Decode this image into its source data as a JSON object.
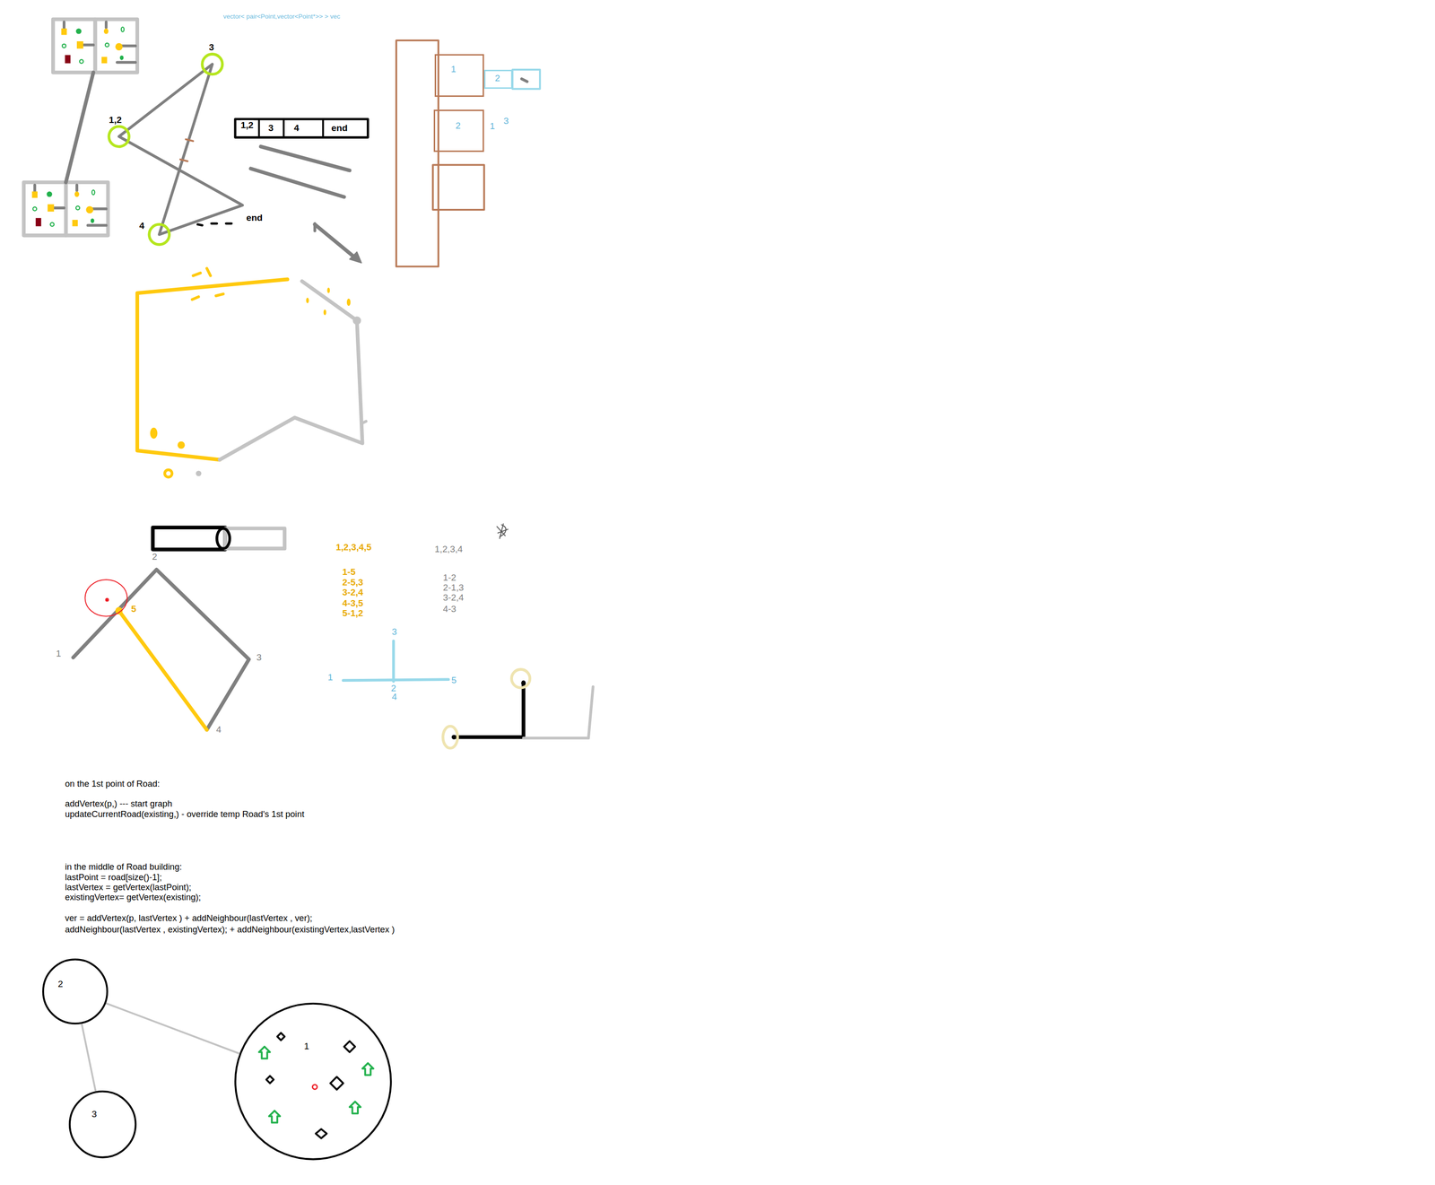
{
  "diagram": {
    "nodes": [
      {
        "text": [
          "1"
        ]
      },
      {
        "text": [
          "2"
        ]
      },
      {
        "text": [
          "2"
        ]
      },
      {
        "text": [
          "2"
        ]
      },
      {
        "text": [
          "1"
        ]
      },
      {
        "text": [
          "3"
        ]
      }
    ],
    "edges": [
      {
        "from": 3,
        "to": 4,
        "arrow": "none"
      },
      {
        "from": 3,
        "to": 5,
        "arrow": "none"
      }
    ],
    "labels": [
      "vector< pair<Point,vector<Point*>> > vec",
      "3",
      "1,2",
      "4",
      "end",
      "1,2",
      "3",
      "4",
      "end",
      "1",
      "3",
      "1,2,3,4,5",
      "1-5",
      "2-5,3",
      "3-2,4",
      "4-3,5",
      "5-1,2",
      "1,2,3,4",
      "1-2",
      "2-1,3",
      "3-2,4",
      "4-3",
      "2",
      "5",
      "1",
      "3",
      "4",
      "3",
      "1",
      "2",
      "4",
      "5",
      "on the 1st point of Road:",
      "addVertex(p,) --- start graph",
      "updateCurrentRoad(existing,) - override temp Road's 1st point",
      "in the middle of Road building:",
      "lastPoint = road[size()-1];",
      "lastVertex = getVertex(lastPoint);",
      "existingVertex= getVertex(existing);",
      "ver = addVertex(p, lastVertex ) + addNeighbour(lastVertex , ver);",
      "addNeighbour(lastVertex , existingVertex); + addNeighbour(existingVertex,lastVertex )"
    ]
  }
}
